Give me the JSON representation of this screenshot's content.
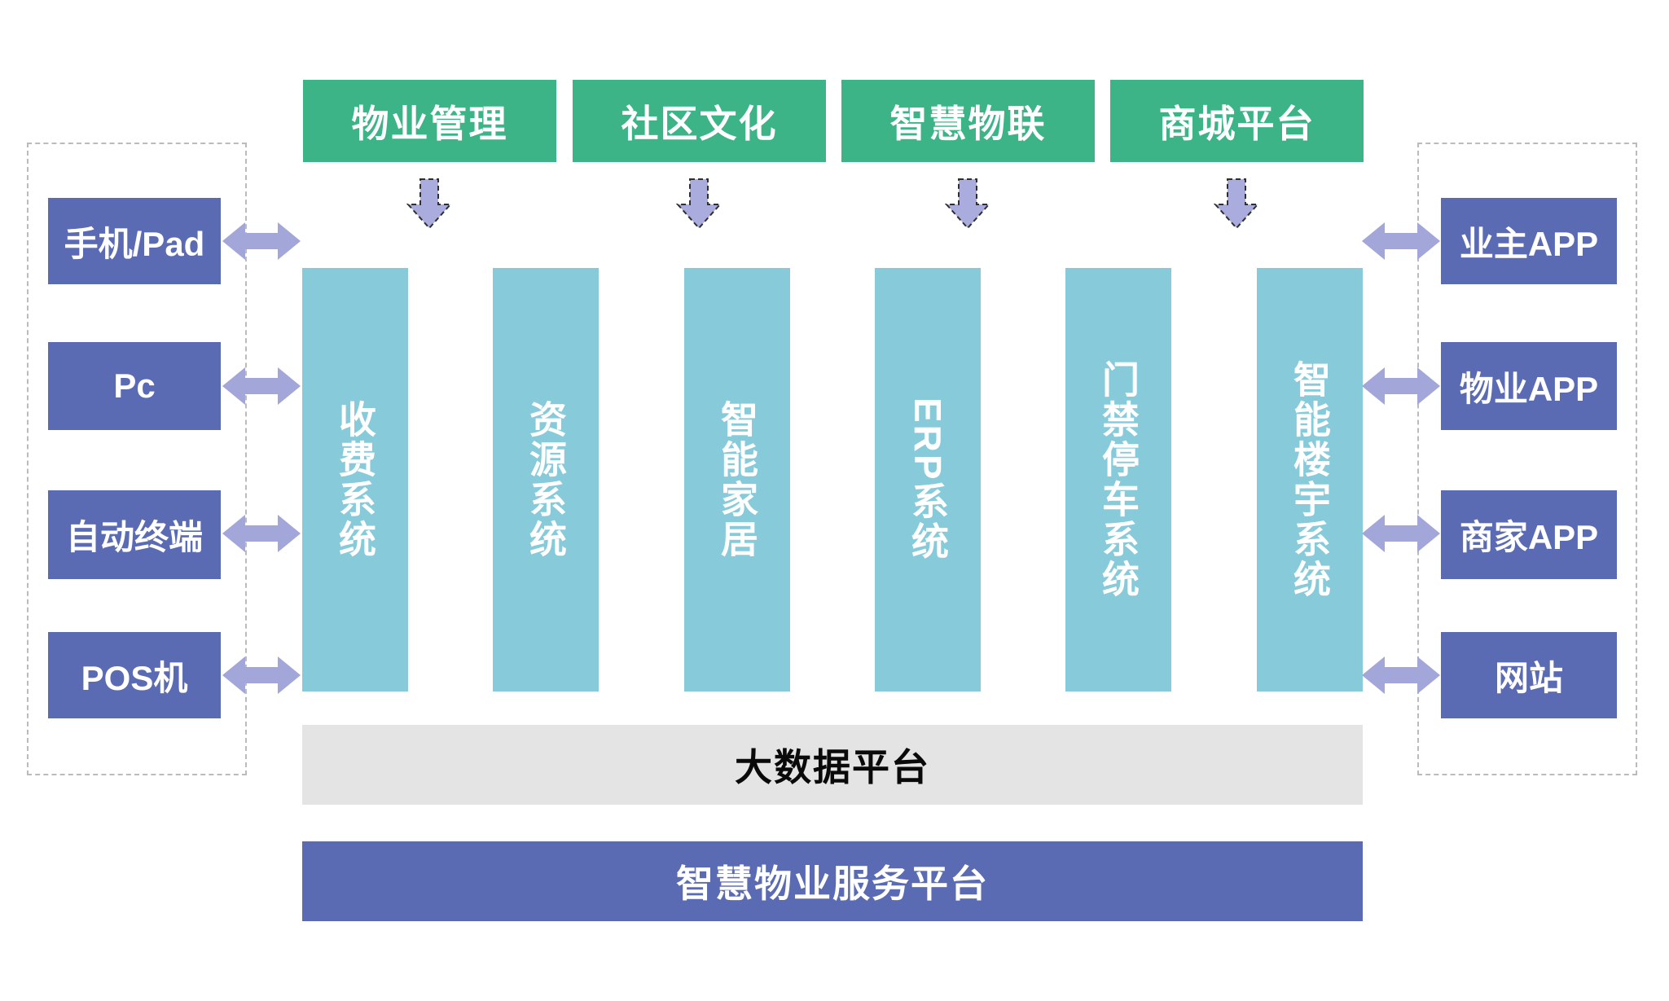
{
  "diagram": {
    "title_hint": "智慧物业服务平台架构图",
    "top_modules": [
      {
        "label": "物业管理"
      },
      {
        "label": "社区文化"
      },
      {
        "label": "智慧物联"
      },
      {
        "label": "商城平台"
      }
    ],
    "systems": [
      {
        "label": "收费系统"
      },
      {
        "label": "资源系统"
      },
      {
        "label": "智能家居"
      },
      {
        "label": "ERP系统"
      },
      {
        "label": "门禁停车系统"
      },
      {
        "label": "智能楼宇系统"
      }
    ],
    "left_terminals": [
      {
        "label": "手机/Pad"
      },
      {
        "label": "Pc"
      },
      {
        "label": "自动终端"
      },
      {
        "label": "POS机"
      }
    ],
    "right_apps": [
      {
        "label": "业主APP"
      },
      {
        "label": "物业APP"
      },
      {
        "label": "商家APP"
      },
      {
        "label": "网站"
      }
    ],
    "data_platform": {
      "label": "大数据平台"
    },
    "service_platform": {
      "label": "智慧物业服务平台"
    },
    "icons": {
      "down_arrow": "down-arrow-icon",
      "double_arrow": "left-right-arrow-icon"
    },
    "colors": {
      "green": "#3CB487",
      "teal": "#87CBDB",
      "purple": "#5A6BB3",
      "arrow": "#A2A6D8",
      "arrow_down_fill": "#A9ACDC",
      "arrow_outline": "#2F2F2F",
      "gray_bar": "#E4E4E4",
      "dashed_border": "#BBBBBB"
    }
  }
}
